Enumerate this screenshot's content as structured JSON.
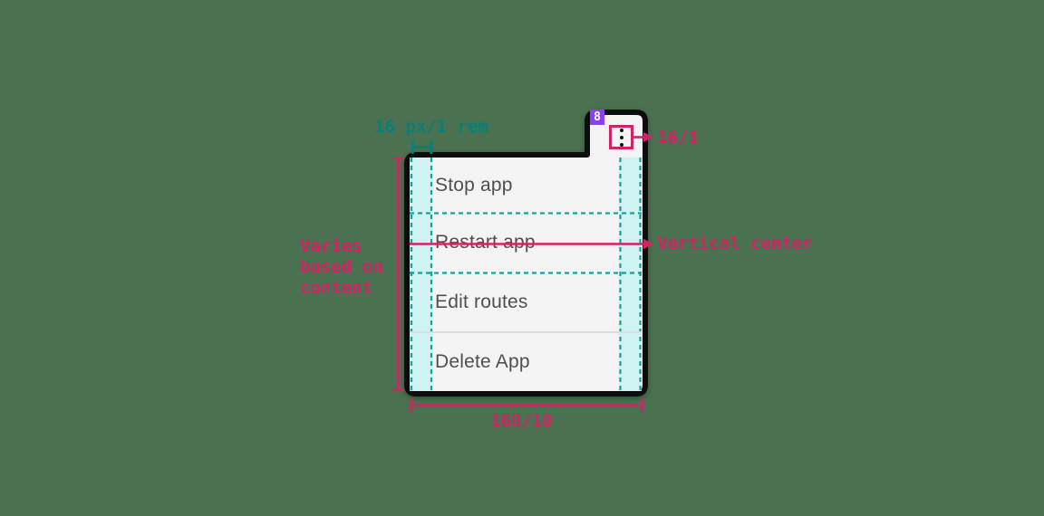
{
  "component": {
    "type": "overflow-menu-spec",
    "badge": "8",
    "menu_items": [
      {
        "label": "Stop app"
      },
      {
        "label": "Restart app"
      },
      {
        "label": "Edit routes"
      },
      {
        "label": "Delete App"
      }
    ]
  },
  "annotations": {
    "padding_label": "16 px/1 rem",
    "icon_measure_label": "16/1",
    "vertical_center_label": "Vertical center",
    "height_measure_label": "Varies based on content",
    "width_measure_label": "160/10"
  },
  "colors": {
    "background": "#4a7150",
    "pink_annotation": "#d02466",
    "teal_annotation": "#0b7e7b",
    "cyan_fill": "#c9f2f0",
    "cyan_dash": "#12a3a0",
    "purple_badge": "#8a3ffc",
    "menu_background": "#f4f4f4",
    "menu_text": "#4f4f4f",
    "outline": "#0d0d0d",
    "divider": "#dcdcdc"
  }
}
